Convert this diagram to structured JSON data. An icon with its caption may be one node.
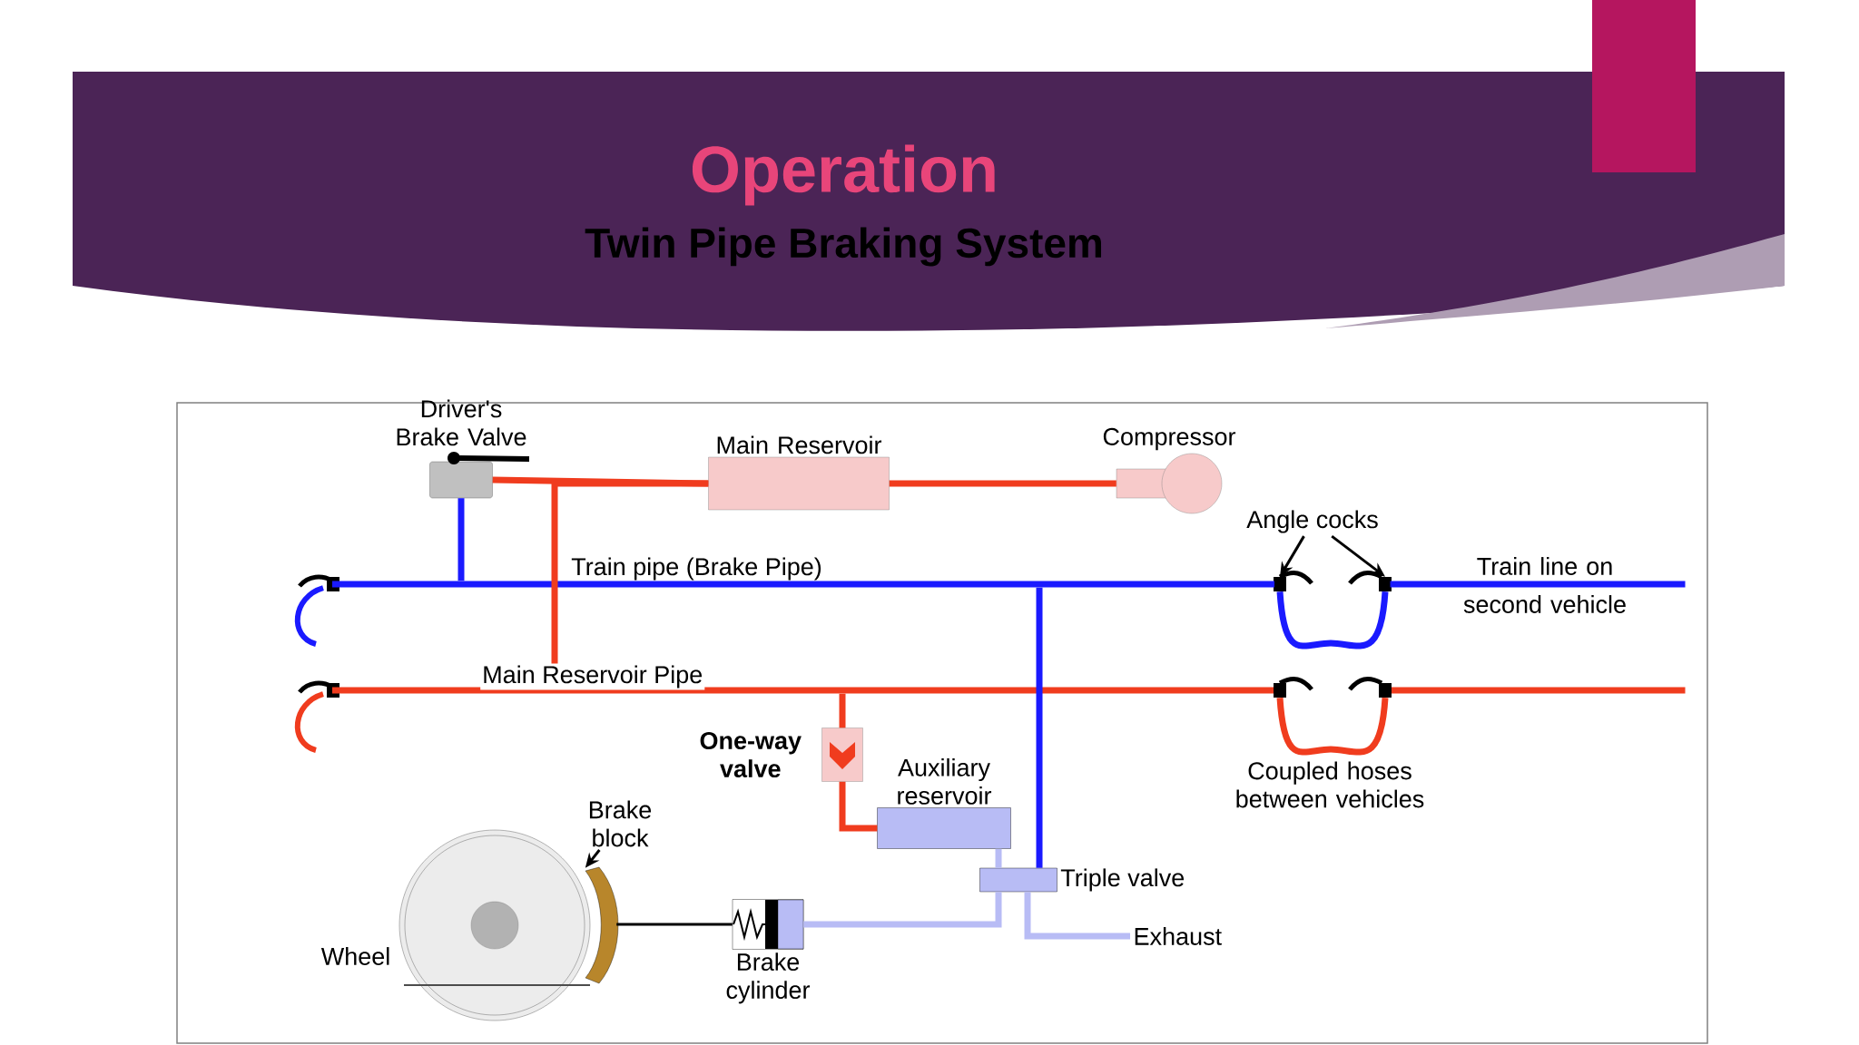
{
  "diagram": {
    "title": "Operation",
    "nodes": [
      {
        "text": [
          "Driver's Brake Valve"
        ]
      },
      {
        "text": [
          "Main Reservoir"
        ]
      },
      {
        "text": [
          "Compressor"
        ]
      },
      {
        "text": [
          "Angle cocks"
        ]
      },
      {
        "text": [],
        "shape": "box"
      },
      {
        "text": [],
        "shape": "box"
      },
      {
        "text": [
          "One-way valve"
        ]
      },
      {
        "text": [
          "Auxiliary reservoir"
        ]
      },
      {
        "text": [
          "Brake block"
        ]
      },
      {
        "text": [],
        "shape": "bar"
      },
      {
        "text": [],
        "shape": "circle",
        "beside": [
          "Wheel"
        ]
      },
      {
        "text": [
          "Triple valve"
        ]
      },
      {
        "text": [
          "Brake cylinder"
        ]
      },
      {
        "text": [
          "Exhaust"
        ]
      },
      {
        "text": [],
        "shape": "bar"
      },
      {
        "text": [],
        "shape": "bar"
      },
      {
        "text": [],
        "shape": "bar"
      },
      {
        "text": [],
        "shape": "bar"
      },
      {
        "text": [],
        "shape": "box"
      },
      {
        "text": [],
        "shape": "box"
      }
    ],
    "edges": [
      {
        "from": 0,
        "to": 1,
        "arrow": "none",
        "color": "#f03c1e"
      },
      {
        "from": 1,
        "to": 2,
        "arrow": "none",
        "color": "#f03c1e"
      },
      {
        "from": 3,
        "to": 4,
        "arrow": "to",
        "color": "#000000"
      },
      {
        "from": 3,
        "to": 5,
        "arrow": "to",
        "color": "#000000"
      },
      {
        "from": 8,
        "to": 9,
        "arrow": "to",
        "color": "#000000"
      },
      {
        "from": 6,
        "to": 7,
        "arrow": "none",
        "color": "#f03c1e"
      },
      {
        "from": 7,
        "to": 11,
        "arrow": "none",
        "color": "#b8bcf5"
      },
      {
        "from": 11,
        "to": 12,
        "arrow": "none",
        "color": "#b8bcf5"
      },
      {
        "from": 11,
        "to": 13,
        "arrow": "none",
        "color": "#b8bcf5"
      },
      {
        "from": 9,
        "to": 12,
        "arrow": "none",
        "color": "#000000"
      },
      {
        "from": 4,
        "to": 5,
        "arrow": "none",
        "color": "#1a1aff"
      },
      {
        "from": 0,
        "to": 14,
        "arrow": "none",
        "color": "#1a1aff"
      },
      {
        "from": 1,
        "to": 15,
        "arrow": "none",
        "color": "#f03c1e"
      },
      {
        "from": 6,
        "to": 15,
        "arrow": "none",
        "color": "#f03c1e"
      },
      {
        "from": 11,
        "to": 14,
        "arrow": "none",
        "color": "#1a1aff"
      },
      {
        "from": 18,
        "to": 19,
        "arrow": "none",
        "color": "#f03c1e"
      }
    ],
    "labels": [
      "Twin Pipe Braking System",
      "Train pipe (Brake Pipe)",
      "Train line on second vehicle",
      "Main Reservoir Pipe",
      "Coupled hoses between vehicles"
    ]
  }
}
